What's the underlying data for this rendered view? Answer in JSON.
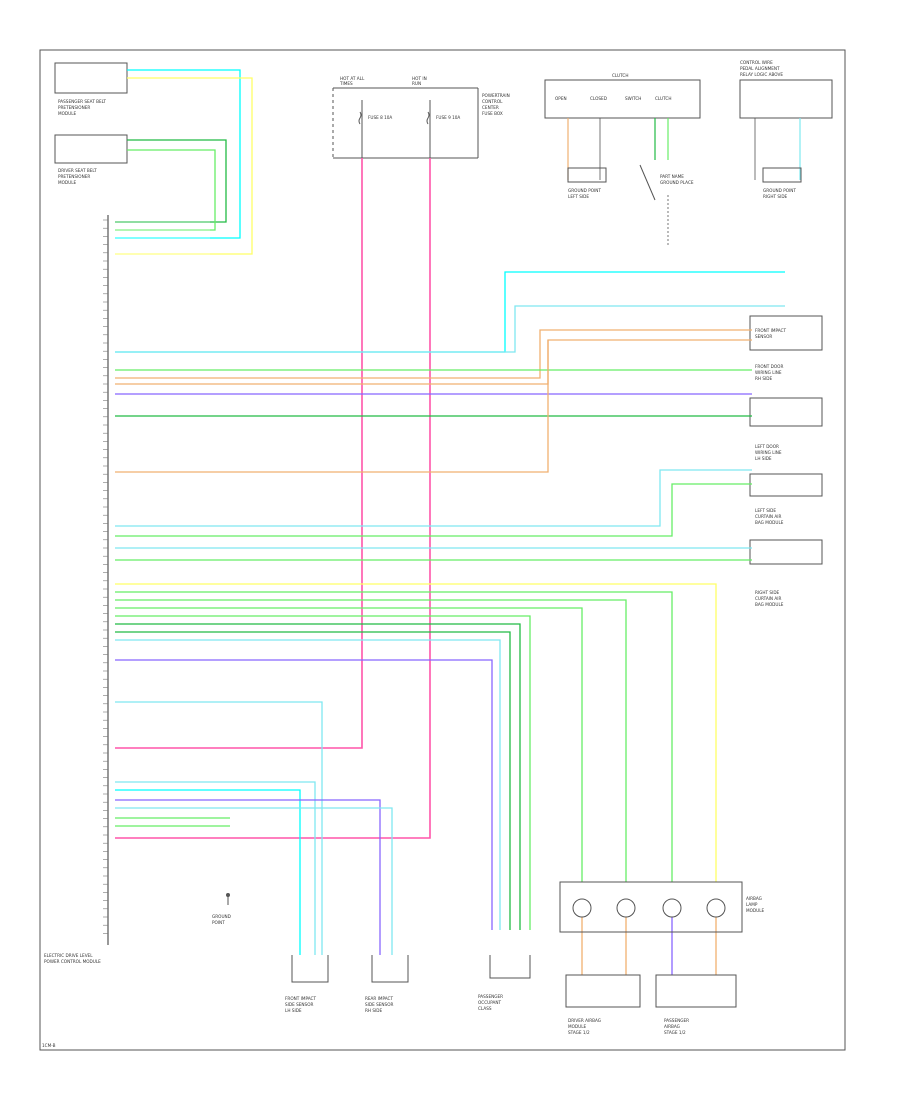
{
  "colors": {
    "lt_blue": "#7fe8f0",
    "cyan": "#00ffff",
    "yellow": "#ffff66",
    "lt_green": "#66ee66",
    "green": "#22bb44",
    "tan": "#f0b070",
    "violet": "#8866ff",
    "pink": "#ff55aa",
    "outline": "#555555"
  },
  "labels": {
    "footer_code": "1CM-B",
    "fuse_box_top": [
      "HOT AT ALL",
      "HOT IN",
      "TIMES",
      "RUN"
    ],
    "fuse_box_side": [
      "POWERTRAIN",
      "CONTROL",
      "CENTER",
      "FUSE BOX"
    ],
    "fuses": [
      "FUSE 8 10A",
      "FUSE 9 10A"
    ],
    "clutch_top": "CLUTCH",
    "clutch_switches": [
      "OPEN",
      "CLOSED",
      "SWITCH",
      "CLUTCH"
    ],
    "rear_system_title": [
      "CONTROL WIRE",
      "PEDAL ALIGNMENT",
      "RELAY LOGIC ABOVE"
    ],
    "ground_left": [
      "GROUND POINT",
      "LEFT SIDE"
    ],
    "ground_right": [
      "GROUND POINT",
      "RIGHT SIDE"
    ],
    "ground_mid": [
      "PART NAME",
      "GROUND PLACE"
    ],
    "module_title": [
      "ELECTRIC DRIVE LEVEL",
      "POWER CONTROL MODULE"
    ],
    "passenger_mod": [
      "PASSENGER SEAT BELT",
      "PRETENSIONER",
      "MODULE"
    ],
    "driver_mod": [
      "DRIVER SEAT BELT",
      "PRETENSIONER",
      "MODULE"
    ],
    "right_mods": [
      [
        "FRONT IMPACT",
        "SENSOR"
      ],
      [
        "FRONT DOOR",
        "WIRING LINE",
        "RH SIDE"
      ],
      [
        "LEFT DOOR",
        "WIRING LINE",
        "LH SIDE"
      ],
      [
        "LEFT SIDE",
        "CURTAIN AIR",
        "BAG MODULE"
      ],
      [
        "RIGHT SIDE",
        "CURTAIN AIR",
        "BAG MODULE"
      ]
    ],
    "bottom_ground": [
      "GROUND",
      "POINT"
    ],
    "bottom_sensors": [
      [
        "FRONT IMPACT",
        "SIDE SENSOR",
        "LH SIDE"
      ],
      [
        "REAR IMPACT",
        "SIDE SENSOR",
        "RH SIDE"
      ],
      [
        "PASSENGER",
        "OCCUPANT",
        "CLASS"
      ]
    ],
    "lamp_module": [
      "AIRBAG",
      "LAMP",
      "MODULE"
    ],
    "bottom_right_boxes": [
      [
        "DRIVER AIRBAG",
        "MODULE",
        "STAGE 1/2"
      ],
      [
        "PASSENGER",
        "AIRBAG",
        "STAGE 1/2"
      ]
    ]
  }
}
